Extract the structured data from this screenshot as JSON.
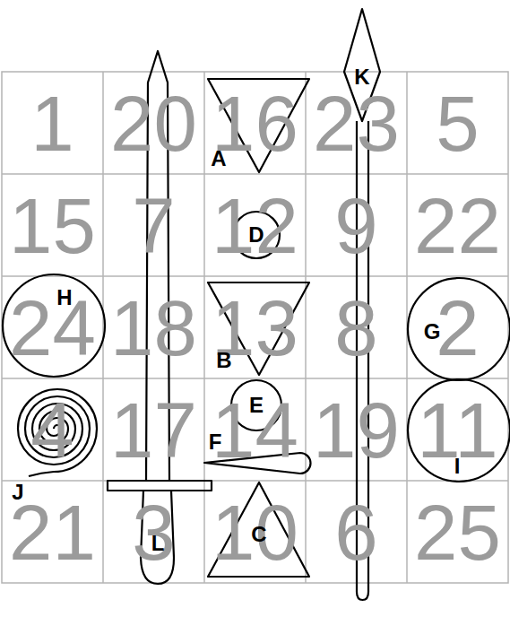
{
  "diagram": {
    "labels": [
      "1",
      "20",
      "16",
      "23",
      "5",
      "15",
      "7",
      "12",
      "9",
      "22",
      "24",
      "18",
      "13",
      "8",
      "2",
      "4",
      "17",
      "14",
      "19",
      "11",
      "21",
      "3",
      "10",
      "6",
      "25",
      "A",
      "B",
      "C",
      "D",
      "E",
      "F",
      "G",
      "H",
      "I",
      "J",
      "K",
      "L"
    ]
  }
}
